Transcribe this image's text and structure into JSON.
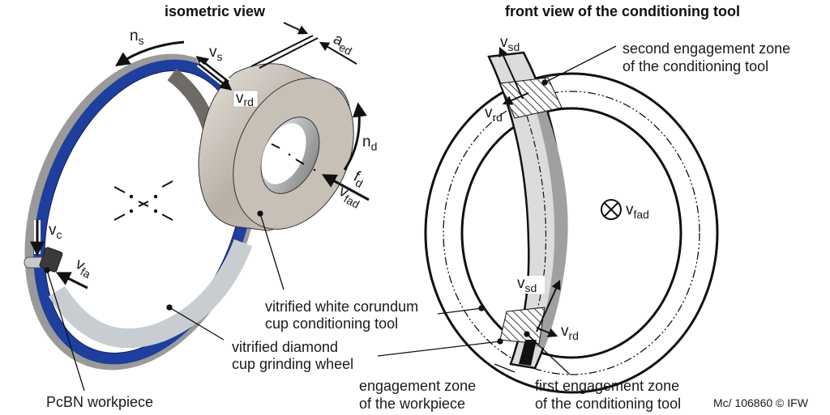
{
  "titles": {
    "left": "isometric view",
    "right": "front view of the conditioning tool"
  },
  "isometric": {
    "symbols": {
      "ns": {
        "main": "n",
        "sub": "s"
      },
      "vs": {
        "main": "v",
        "sub": "s"
      },
      "vrd": {
        "main": "v",
        "sub": "rd"
      },
      "aed": {
        "main": "a",
        "sub": "ed"
      },
      "nd": {
        "main": "n",
        "sub": "d"
      },
      "fd": {
        "main": "f",
        "sub": "d"
      },
      "vfad": {
        "main": "v",
        "sub": "fad"
      },
      "vc": {
        "main": "v",
        "sub": "c"
      },
      "vfa": {
        "main": "v",
        "sub": "fa"
      }
    },
    "labels": {
      "conditioning_tool": [
        "vitrified white corundum",
        "cup conditioning tool"
      ],
      "grinding_wheel": [
        "vitrified diamond",
        "cup grinding wheel"
      ],
      "workpiece": "PcBN workpiece"
    },
    "colors": {
      "wheel_blue": "#1f3f9e",
      "wheel_gray": "#a9a9a9",
      "tool_beige": "#c9c2b8",
      "workpiece_dark": "#3a3a3a"
    }
  },
  "front_view": {
    "symbols": {
      "vsd_top": {
        "main": "v",
        "sub": "sd"
      },
      "vrd_top": {
        "main": "v",
        "sub": "rd"
      },
      "vfad": {
        "main": "v",
        "sub": "fad"
      },
      "vsd_bottom": {
        "main": "v",
        "sub": "sd"
      },
      "vrd_bottom": {
        "main": "v",
        "sub": "rd"
      }
    },
    "labels": {
      "second_zone": [
        "second engagement zone",
        "of the conditioning tool"
      ],
      "workpiece_zone": [
        "engagement zone",
        "of the workpiece"
      ],
      "first_zone": [
        "first engagement zone",
        "of the conditioning tool"
      ]
    },
    "colors": {
      "band_light": "#dcdcdc",
      "band_dark": "#a0a0a0"
    }
  },
  "credit": "Mc/ 106860 © IFW"
}
